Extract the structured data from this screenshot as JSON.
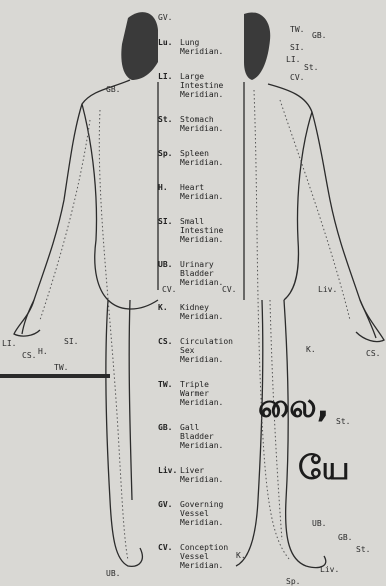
{
  "meridians": [
    {
      "abbr": "Lu.",
      "name": "Lung\nMeridian."
    },
    {
      "abbr": "LI.",
      "name": "Large\nIntestine\nMeridian."
    },
    {
      "abbr": "St.",
      "name": "Stomach\nMeridian."
    },
    {
      "abbr": "Sp.",
      "name": "Spleen\nMeridian."
    },
    {
      "abbr": "H.",
      "name": "Heart\nMeridian."
    },
    {
      "abbr": "SI.",
      "name": "Small\nIntestine\nMeridian."
    },
    {
      "abbr": "UB.",
      "name": "Urinary\nBladder\nMeridian."
    },
    {
      "abbr": "K.",
      "name": "Kidney\nMeridian."
    },
    {
      "abbr": "CS.",
      "name": "Circulation\nSex\nMeridian."
    },
    {
      "abbr": "TW.",
      "name": "Triple\nWarmer\nMeridian."
    },
    {
      "abbr": "GB.",
      "name": "Gall\nBladder\nMeridian."
    },
    {
      "abbr": "Liv.",
      "name": "Liver\nMeridian."
    },
    {
      "abbr": "GV.",
      "name": "Governing\nVessel\nMeridian."
    },
    {
      "abbr": "CV.",
      "name": "Conception\nVessel\nMeridian."
    }
  ],
  "figure_labels": {
    "gv_top": "GV.",
    "gb_back": "GB.",
    "cv_mid": "CV.",
    "cv_left": "CV.",
    "li_hand": "LI.",
    "cs_hand": "CS.",
    "h_hand": "H.",
    "si_hand": "SI.",
    "tw_hand": "TW.",
    "ub_foot": "UB.",
    "tw_head": "TW.",
    "gb_head": "GB.",
    "si_head": "SI.",
    "li_head": "LI.",
    "st_head": "St.",
    "cv_neck": "CV.",
    "liv_hip": "Liv.",
    "k_arm": "K.",
    "cs_arm": "CS.",
    "st_leg": "St.",
    "ub_foot_r": "UB.",
    "gb_foot": "GB.",
    "st_foot": "St.",
    "k_foot": "K.",
    "liv_foot": "Liv.",
    "sp_foot": "Sp."
  },
  "tamil": {
    "line1": "லை,",
    "line2": "யே"
  }
}
